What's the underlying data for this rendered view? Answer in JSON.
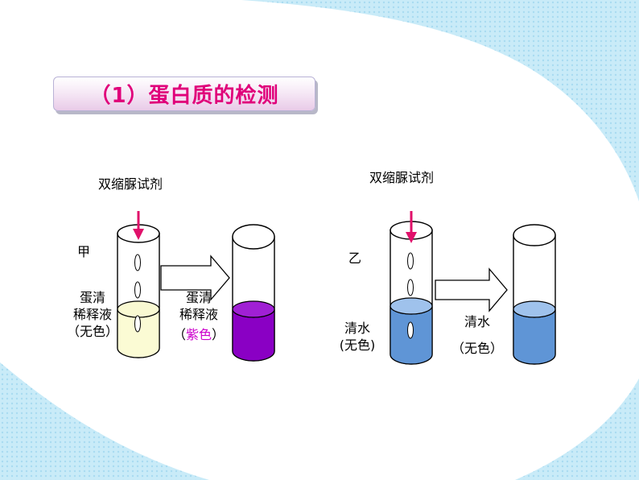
{
  "title": "（1）蛋白质的检测",
  "left_experiment": {
    "reagent": "双缩脲试剂",
    "tube_label": "甲",
    "before_lines": [
      "蛋清",
      "稀释液",
      "（无色）"
    ],
    "after_lines": [
      "蛋清",
      "稀释液"
    ],
    "result_open": "（",
    "result_color": "紫色",
    "result_close": "）"
  },
  "right_experiment": {
    "reagent": "双缩脲试剂",
    "tube_label": "乙",
    "before_lines": [
      "清水",
      "(无色)"
    ],
    "after_lines": [
      "清水",
      "（无色）"
    ]
  },
  "colors": {
    "title_text": "#e0007a",
    "egg_white": "#fbfbd4",
    "purple_result": "#8a00c4",
    "water_blue": "#5f95d6",
    "arrow_red": "#e0106a",
    "background_wave": "#bfe6f6"
  }
}
